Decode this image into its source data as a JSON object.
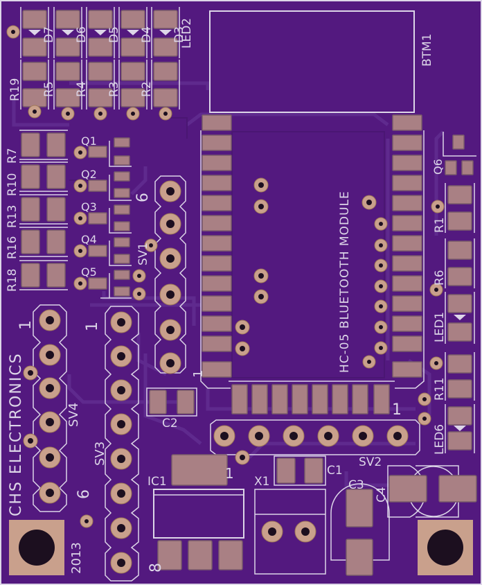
{
  "board": {
    "colors": {
      "substrate": "#53197f",
      "trace": "#5f2a8e",
      "pad": "#a98084",
      "pad_edge": "#7a5c6a",
      "silkscreen": "#ddd6e8",
      "via": "#c9a08c",
      "hole": "#1c0f1f"
    }
  },
  "labels": {
    "d7": "D7",
    "d6": "D6",
    "d5": "D5",
    "d4": "D4",
    "d3": "D3",
    "led2": "LED2",
    "r19": "R19",
    "r5": "R5",
    "r4": "R4",
    "r3": "R3",
    "r2": "R2",
    "btm1": "BTM1",
    "r7": "R7",
    "r10": "R10",
    "r13": "R13",
    "r16": "R16",
    "r18": "R18",
    "q1": "Q1",
    "q2": "Q2",
    "q3": "Q3",
    "q4": "Q4",
    "q5": "Q5",
    "sv1": "SV1",
    "sv1_pin_top": "6",
    "sv1_pin_bottom": "1",
    "module": "HC-05 BLUETOOTH MODULE",
    "q6": "Q6",
    "r1": "R1",
    "r6": "R6",
    "led1": "LED1",
    "r11": "R11",
    "led6": "LED6",
    "company": "CHS ELECTRONICS",
    "sv4": "SV4",
    "sv4_pin_top": "1",
    "sv4_pin_bottom": "6",
    "sv3": "SV3",
    "sv3_pin_top": "1",
    "sv3_pin_bottom": "8",
    "c2": "C2",
    "ic1": "IC1",
    "x1": "X1",
    "c1": "C1",
    "c3": "C3",
    "c4": "C4",
    "sv2": "SV2",
    "sv2_pin": "1",
    "module_pin": "1",
    "year": "2013",
    "ic1_mark": "1"
  }
}
